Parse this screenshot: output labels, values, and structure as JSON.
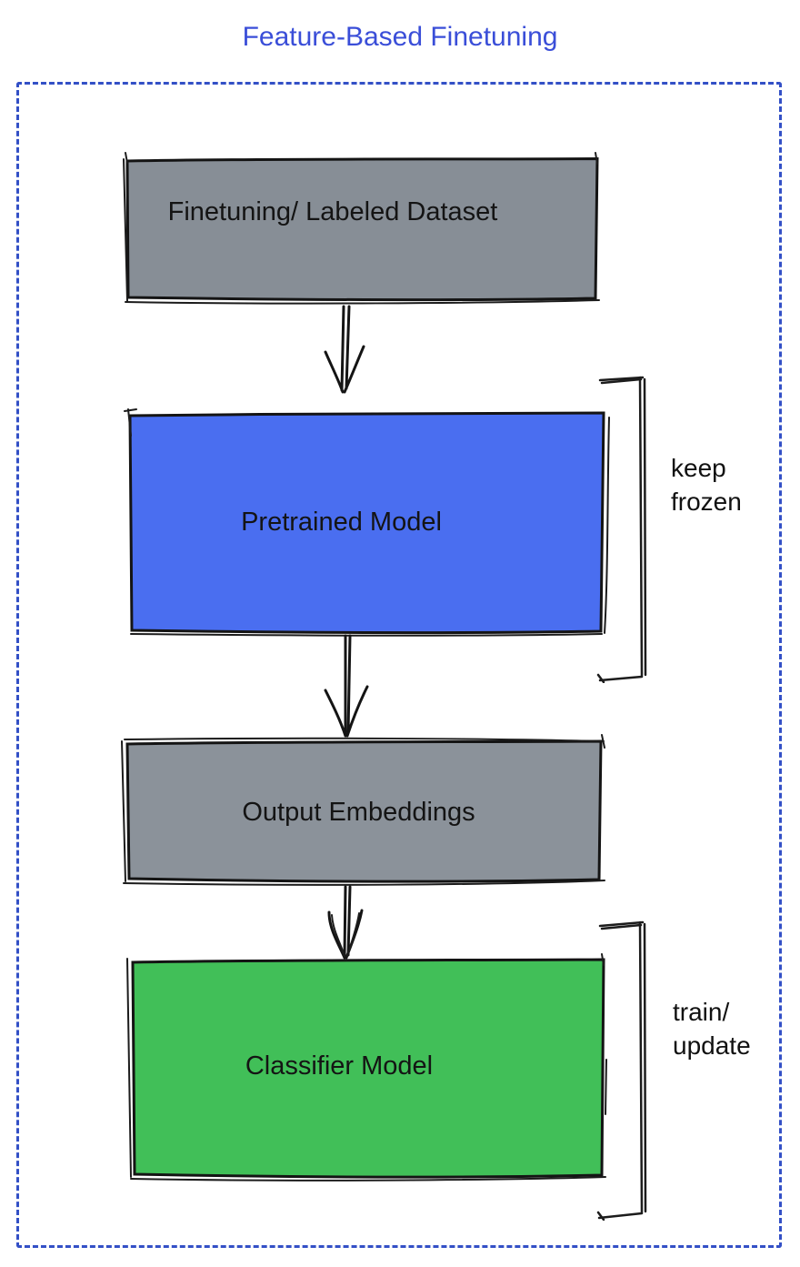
{
  "title": "Feature-Based Finetuning",
  "diagram": {
    "nodes": [
      {
        "id": "finetuning-dataset",
        "label": "Finetuning/ Labeled Dataset",
        "fill": "#878e96"
      },
      {
        "id": "pretrained-model",
        "label": "Pretrained Model",
        "fill": "#4a6ef0"
      },
      {
        "id": "output-embeddings",
        "label": "Output Embeddings",
        "fill": "#8b929a"
      },
      {
        "id": "classifier-model",
        "label": "Classifier Model",
        "fill": "#41bf58"
      }
    ],
    "edges": [
      {
        "from": "finetuning-dataset",
        "to": "pretrained-model"
      },
      {
        "from": "pretrained-model",
        "to": "output-embeddings"
      },
      {
        "from": "output-embeddings",
        "to": "classifier-model"
      }
    ],
    "annotations": [
      {
        "target": "pretrained-model",
        "text": "keep\nfrozen"
      },
      {
        "target": "classifier-model",
        "text": "train/\nupdate"
      }
    ],
    "colors": {
      "title_text": "#3a4ed8",
      "dashed_border": "#3350c6",
      "ink": "#141414",
      "node_gray": "#878e96",
      "node_blue": "#4a6ef0",
      "node_green": "#41bf58",
      "background": "#ffffff"
    }
  }
}
